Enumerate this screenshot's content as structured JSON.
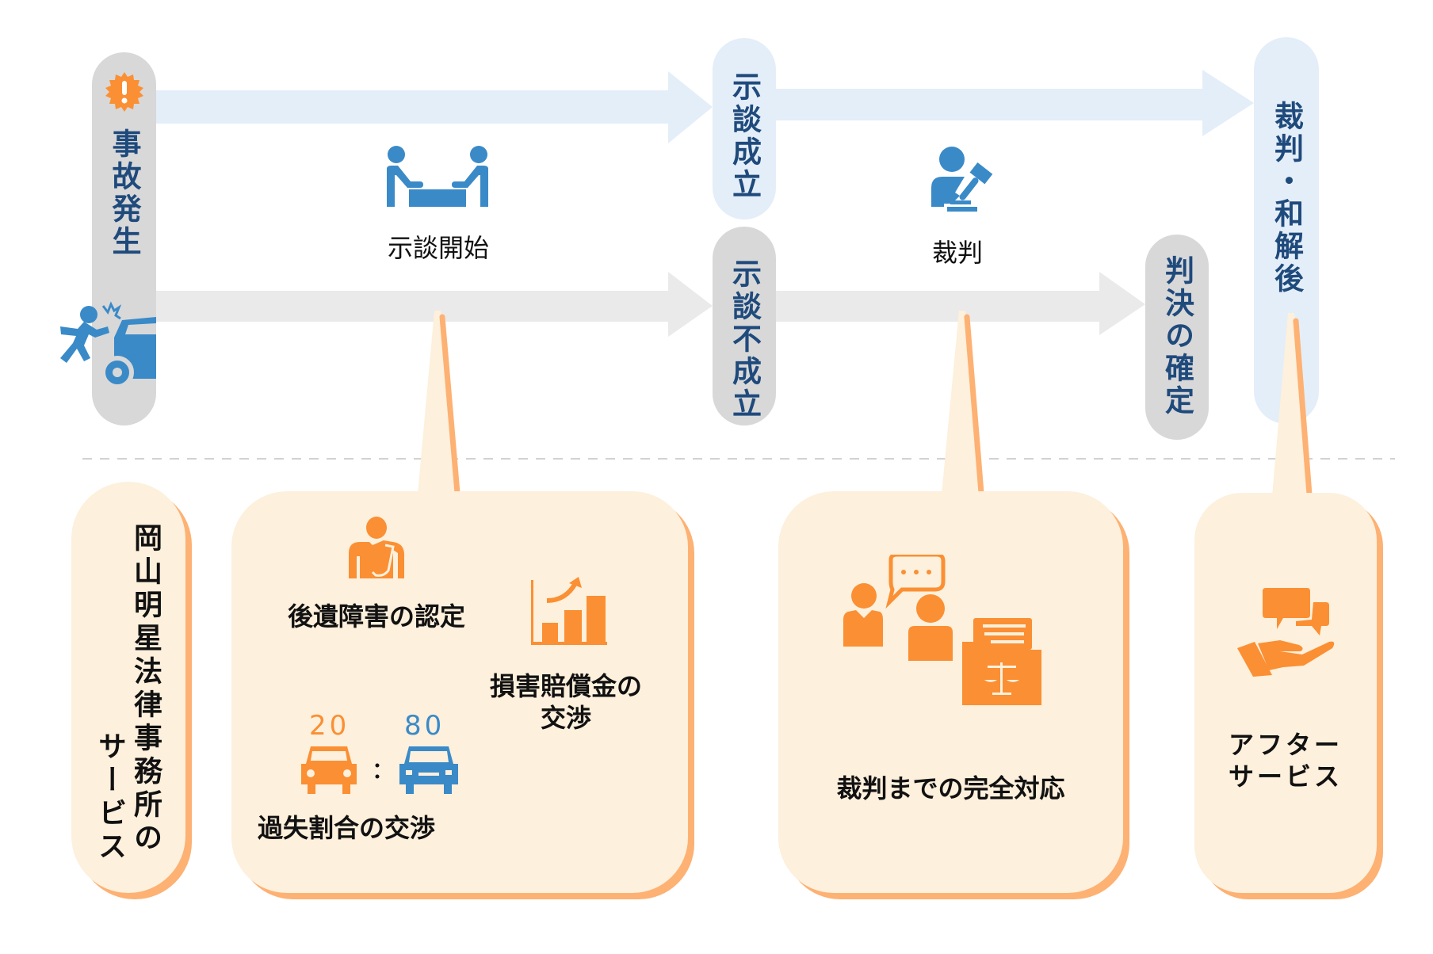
{
  "colors": {
    "accent_blue": "#3A8AC8",
    "accent_orange": "#FB8F33",
    "text_navy": "#1F4A7C",
    "pill_gray": "#D8D8D8",
    "pill_light_blue": "#E4EEF8",
    "box_fill": "#FDF0DC",
    "box_shadow": "#FDB173"
  },
  "flow": {
    "start": {
      "label": "事故発生",
      "icons": [
        "alert-icon",
        "car-accident-icon"
      ]
    },
    "negotiation_start": {
      "label": "示談開始",
      "icon": "negotiation-icon"
    },
    "settlement_reached": {
      "label": "示談成立"
    },
    "settlement_failed": {
      "label": "示談不成立"
    },
    "trial": {
      "label": "裁判",
      "icon": "judge-gavel-icon"
    },
    "judgment_final": {
      "label": "判決の確定"
    },
    "after_trial": {
      "label": "裁判・和解後"
    }
  },
  "services": {
    "title_line1": "岡山明星法律事務所の",
    "title_line2": "サービス",
    "negotiation_box": {
      "items": [
        {
          "label": "後遺障害の認定",
          "icon": "injured-person-icon"
        },
        {
          "label_line1": "損害賠償金の",
          "label_line2": "交渉",
          "icon": "growth-chart-icon"
        },
        {
          "label": "過失割合の交渉",
          "icon": "fault-ratio-cars-icon",
          "ratio_left": "20",
          "ratio_right": "80",
          "separator": ":"
        }
      ]
    },
    "trial_box": {
      "label": "裁判までの完全対応",
      "icon": "consultation-legal-folder-icon"
    },
    "after_box": {
      "label_line1": "アフター",
      "label_line2": "サービス",
      "icon": "hand-chat-icon"
    }
  }
}
